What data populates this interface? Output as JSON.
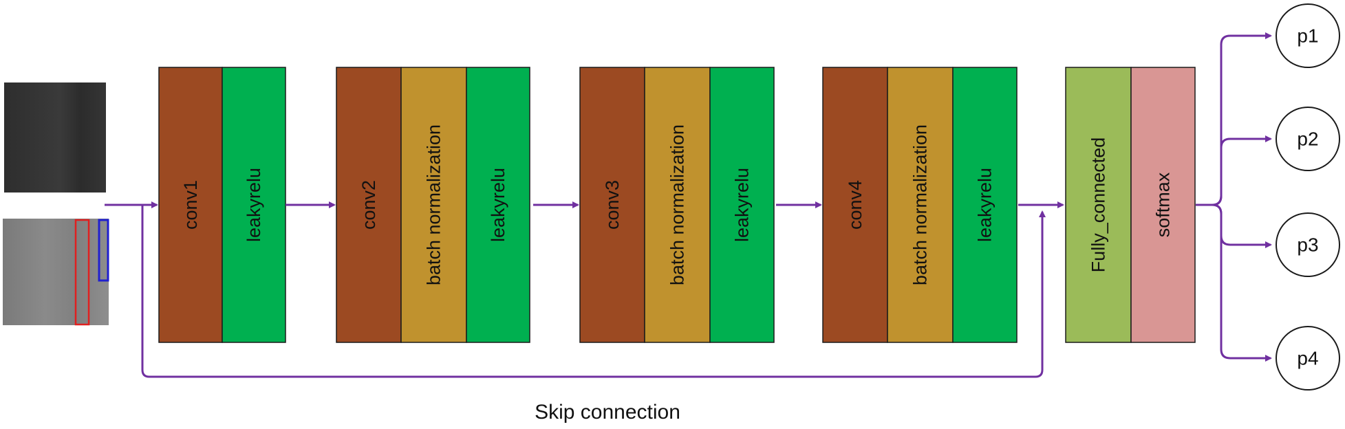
{
  "colors": {
    "conv": "#9c4a22",
    "batch_norm": "#c0922e",
    "leakyrelu": "#00b050",
    "fully_connected": "#9bbb59",
    "softmax": "#d99694",
    "arrow": "#7030a0",
    "outline": "#1a1a1a",
    "roi_red": "#e02020",
    "roi_blue": "#2020d0"
  },
  "input_images": [
    {
      "name": "input-image-dark",
      "description_icon": "grayscale-image-icon"
    },
    {
      "name": "input-image-light",
      "description_icon": "grayscale-image-icon"
    }
  ],
  "blocks": [
    {
      "id": "block1",
      "layers": [
        {
          "label": "conv1",
          "kind": "conv"
        },
        {
          "label": "leakyrelu",
          "kind": "leakyrelu"
        }
      ]
    },
    {
      "id": "block2",
      "layers": [
        {
          "label": "conv2",
          "kind": "conv"
        },
        {
          "label": "batch normalization",
          "kind": "batch_norm"
        },
        {
          "label": "leakyrelu",
          "kind": "leakyrelu"
        }
      ]
    },
    {
      "id": "block3",
      "layers": [
        {
          "label": "conv3",
          "kind": "conv"
        },
        {
          "label": "batch normalization",
          "kind": "batch_norm"
        },
        {
          "label": "leakyrelu",
          "kind": "leakyrelu"
        }
      ]
    },
    {
      "id": "block4",
      "layers": [
        {
          "label": "conv4",
          "kind": "conv"
        },
        {
          "label": "batch normalization",
          "kind": "batch_norm"
        },
        {
          "label": "leakyrelu",
          "kind": "leakyrelu"
        }
      ]
    },
    {
      "id": "block5",
      "layers": [
        {
          "label": "Fully_connected",
          "kind": "fully_connected"
        },
        {
          "label": "softmax",
          "kind": "softmax"
        }
      ]
    }
  ],
  "outputs": [
    "p1",
    "p2",
    "p3",
    "p4"
  ],
  "skip_connection_label": "Skip connection"
}
